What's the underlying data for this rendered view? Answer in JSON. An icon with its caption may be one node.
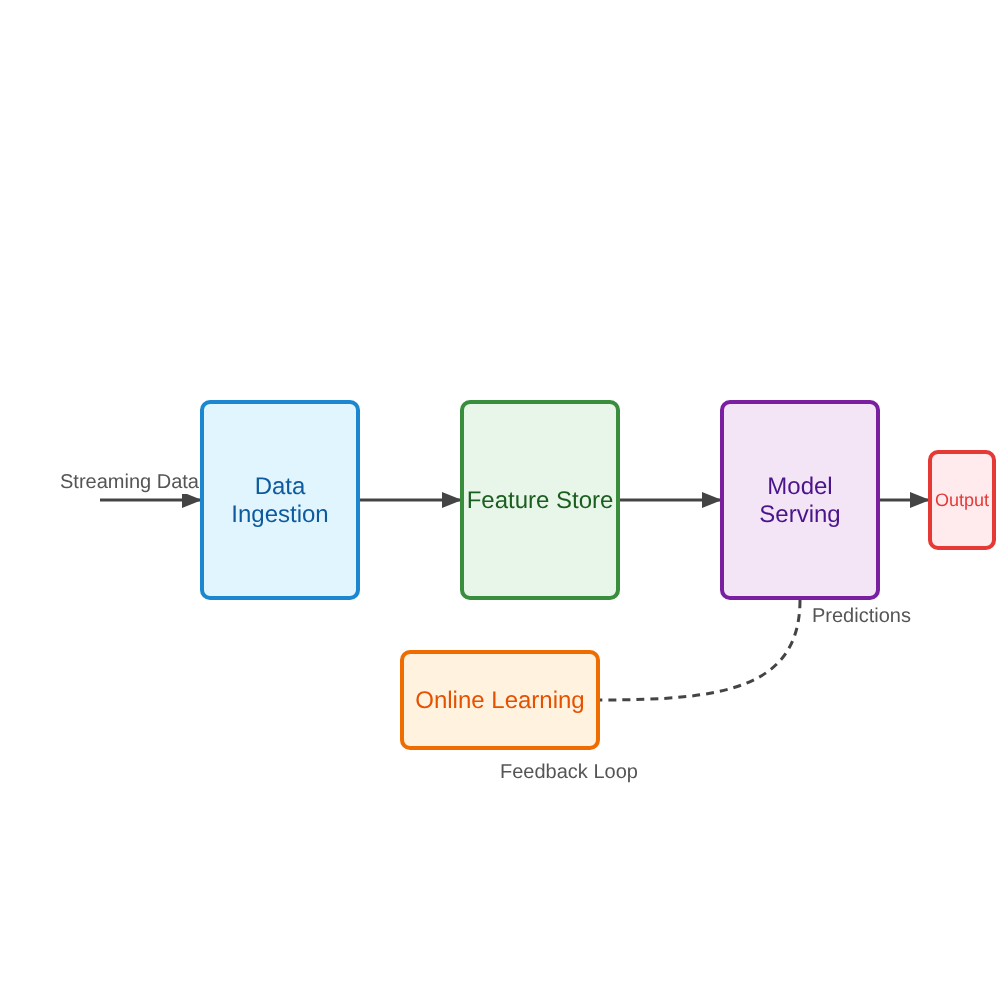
{
  "diagram": {
    "nodes": [
      {
        "text": [
          "Data Ingestion"
        ]
      },
      {
        "text": [
          "Feature Store"
        ]
      },
      {
        "text": [
          "Model Serving"
        ]
      },
      {
        "text": [
          "Output"
        ]
      },
      {
        "text": [
          "Online Learning"
        ]
      }
    ],
    "edges": [
      {
        "from": null,
        "to": 0,
        "arrow": "to",
        "label": "Streaming Data"
      },
      {
        "from": 0,
        "to": 1,
        "arrow": "to"
      },
      {
        "from": 1,
        "to": 2,
        "arrow": "to"
      },
      {
        "from": 2,
        "to": 3,
        "arrow": "to"
      },
      {
        "from": 2,
        "to": 4,
        "arrow": "none",
        "style": "dashed",
        "label": "Feedback Loop"
      }
    ],
    "labels": [
      "Predictions"
    ]
  }
}
